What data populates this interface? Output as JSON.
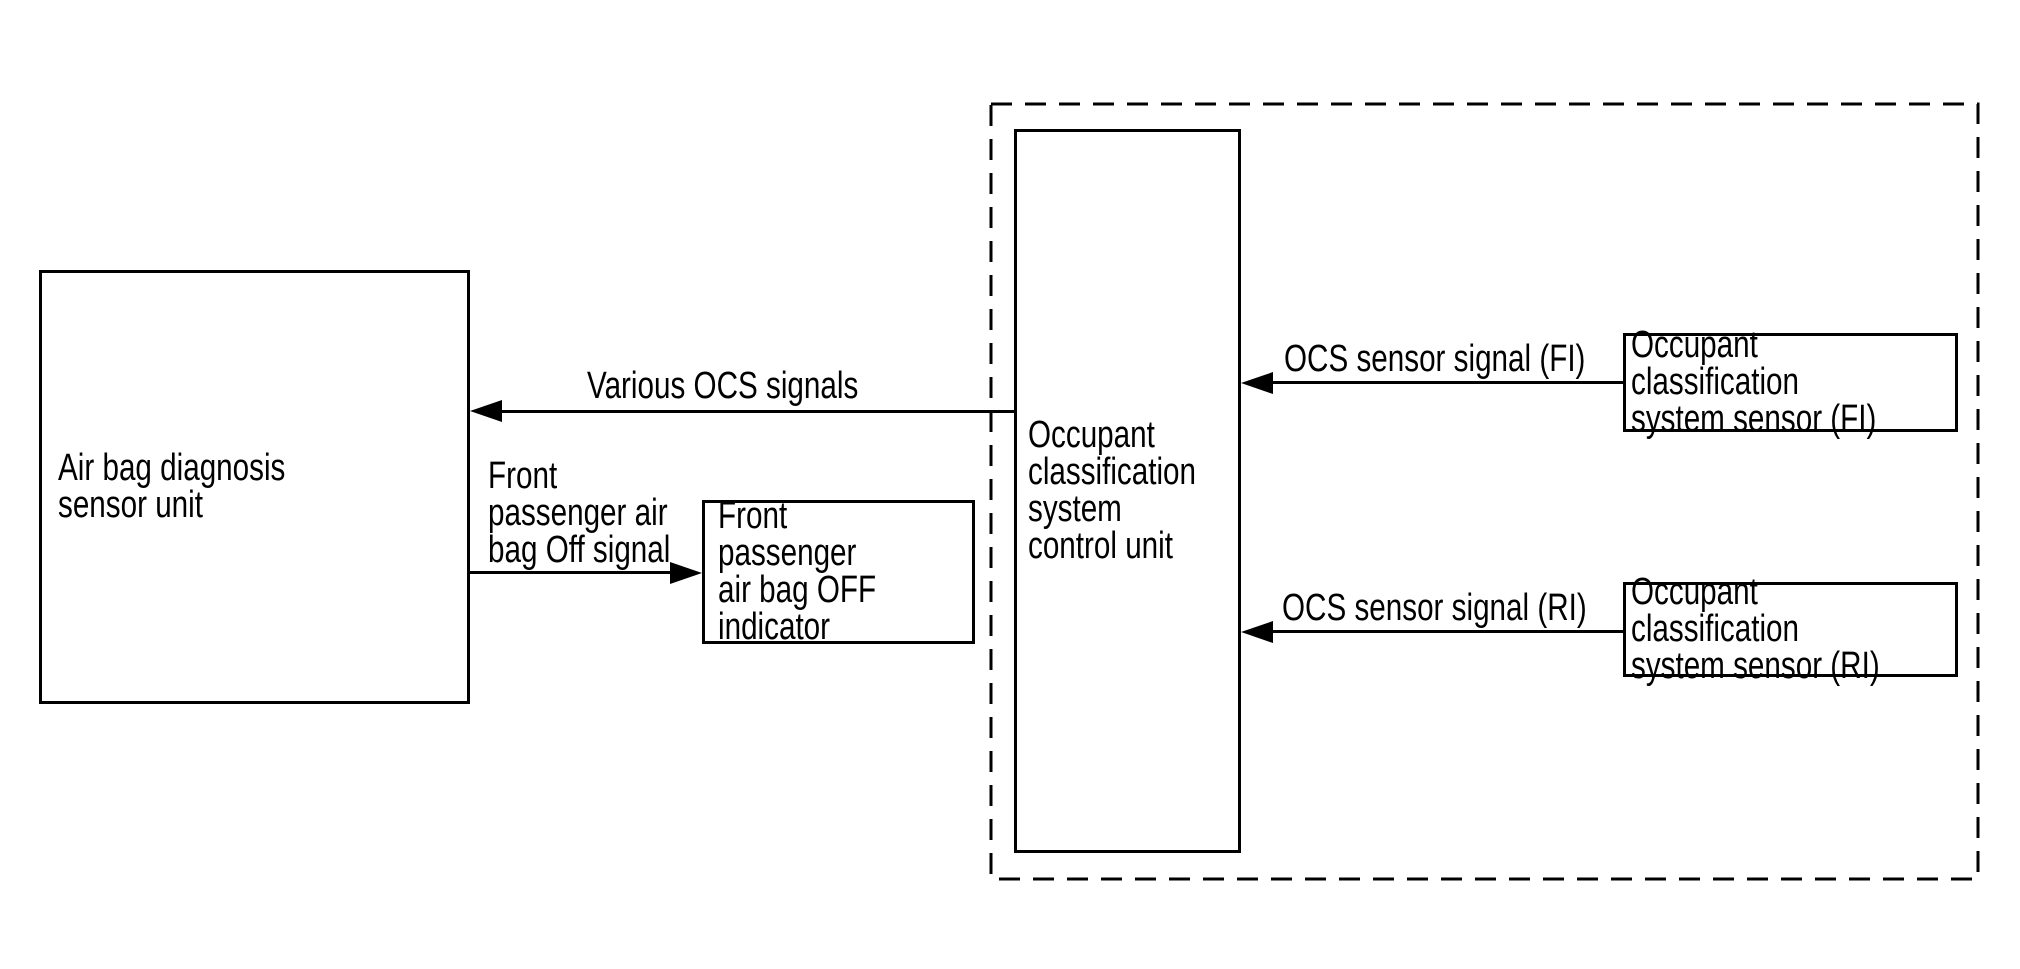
{
  "diagram": {
    "boxes": {
      "airbag": {
        "label": "Air bag diagnosis sensor unit"
      },
      "indicator": {
        "label": "Front passenger\nair bag OFF\nindicator"
      },
      "control_unit": {
        "label": "Occupant\nclassification\nsystem\ncontrol unit"
      },
      "sensor_fi": {
        "label": "Occupant classification\nsystem sensor (FI)"
      },
      "sensor_ri": {
        "label": "Occupant classification\nsystem sensor (RI)"
      }
    },
    "signals": {
      "various": {
        "label": "Various OCS signals"
      },
      "off_signal": {
        "label": "Front\npassenger air\nbag Off signal"
      },
      "fi": {
        "label": "OCS sensor signal (FI)"
      },
      "ri": {
        "label": "OCS sensor signal (RI)"
      }
    },
    "colors": {
      "line": "#000000",
      "background": "#ffffff"
    }
  }
}
